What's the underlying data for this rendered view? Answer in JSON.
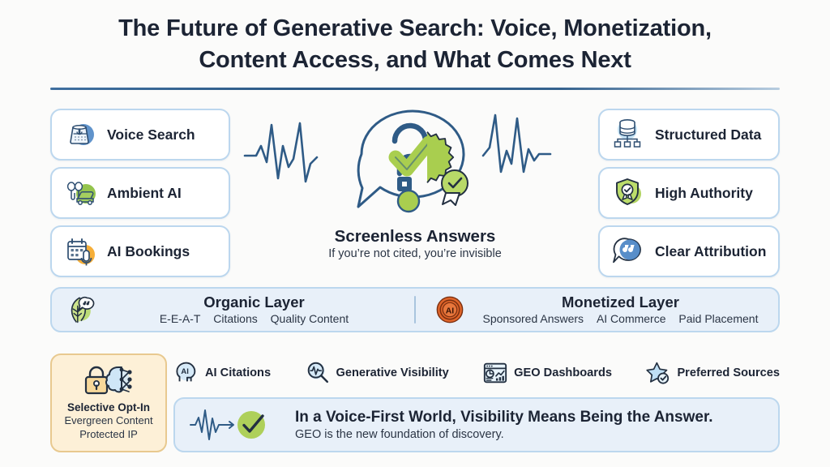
{
  "title": {
    "line1": "The Future of Generative Search: Voice, Monetization,",
    "line2": "Content Access, and What Comes Next"
  },
  "left_cards": [
    {
      "label": "Voice Search",
      "icon": "smart-speaker-icon"
    },
    {
      "label": "Ambient AI",
      "icon": "earbuds-car-icon"
    },
    {
      "label": "AI Bookings",
      "icon": "calendar-microphone-icon"
    }
  ],
  "right_cards": [
    {
      "label": "Structured Data",
      "icon": "database-schema-icon"
    },
    {
      "label": "High Authority",
      "icon": "shield-badge-icon"
    },
    {
      "label": "Clear Attribution",
      "icon": "quote-bubble-icon"
    }
  ],
  "center": {
    "icon": "waveform-question-check-icon",
    "heading": "Screenless Answers",
    "subheading": "If you’re not cited, you’re invisible"
  },
  "layers": {
    "organic": {
      "icon": "leaf-quote-icon",
      "title": "Organic Layer",
      "tags": [
        "E-E-A-T",
        "Citations",
        "Quality Content"
      ]
    },
    "monetized": {
      "icon": "ai-coin-icon",
      "title": "Monetized Layer",
      "tags": [
        "Sponsored Answers",
        "AI Commerce",
        "Paid Placement"
      ]
    }
  },
  "optin": {
    "icon": "lock-brain-icon",
    "title": "Selective Opt-In",
    "line1": "Evergreen Content",
    "line2": "Protected IP"
  },
  "chips": [
    {
      "label": "AI Citations",
      "icon": "ai-head-icon"
    },
    {
      "label": "Generative Visibility",
      "icon": "magnifier-pulse-icon"
    },
    {
      "label": "GEO Dashboards",
      "icon": "dashboard-chart-icon"
    },
    {
      "label": "Preferred Sources",
      "icon": "star-check-icon"
    }
  ],
  "banner": {
    "icon": "waveform-arrow-check-icon",
    "title": "In a Voice-First World, Visibility Means Being the Answer.",
    "subtitle": "GEO is the new foundation of discovery."
  },
  "colors": {
    "background": "#fbfbfa",
    "ink": "#1c2434",
    "card_border": "#bcd7ee",
    "band_fill": "#e8f0f9",
    "accent_blue": "#2d5a86",
    "accent_green": "#a9ce4f",
    "accent_orange": "#e0652a",
    "optin_fill": "#fdf0d7",
    "optin_border": "#e8c98f",
    "icon_tint_blue": "#cfe6f7"
  }
}
